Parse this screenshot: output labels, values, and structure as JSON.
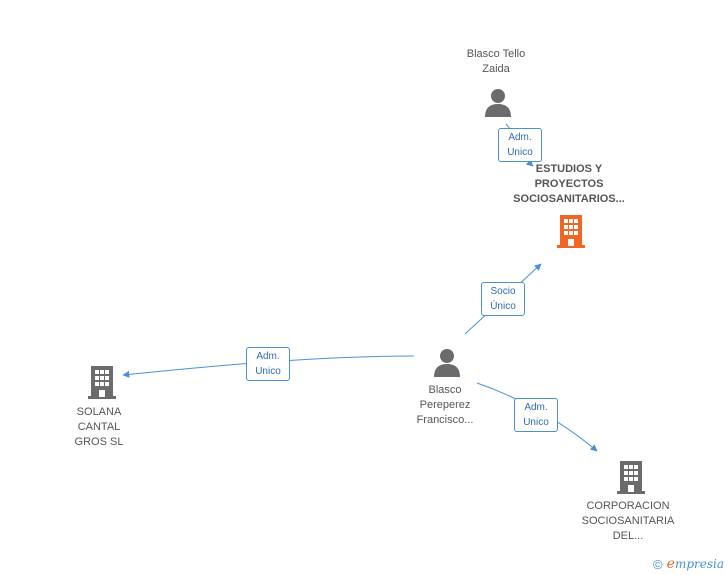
{
  "nodes": {
    "blasco_tello": {
      "label_line1": "Blasco Tello",
      "label_line2": "Zaida"
    },
    "estudios": {
      "label_line1": "ESTUDIOS Y",
      "label_line2": "PROYECTOS",
      "label_line3": "SOCIOSANITARIOS..."
    },
    "blasco_pereperez": {
      "label_line1": "Blasco",
      "label_line2": "Pereperez",
      "label_line3": "Francisco..."
    },
    "solana": {
      "label_line1": "SOLANA",
      "label_line2": "CANTAL",
      "label_line3": "GROS SL"
    },
    "corporacion": {
      "label_line1": "CORPORACION",
      "label_line2": "SOCIOSANITARIA",
      "label_line3": "DEL..."
    }
  },
  "relations": {
    "tello_estudios": {
      "line1": "Adm.",
      "line2": "Unico"
    },
    "pereperez_estudios": {
      "line1": "Socio",
      "line2": "Único"
    },
    "pereperez_solana": {
      "line1": "Adm.",
      "line2": "Unico"
    },
    "pereperez_corporacion": {
      "line1": "Adm.",
      "line2": "Unico"
    }
  },
  "footer": {
    "copyright": "©",
    "brand_e": "e",
    "brand_rest": "mpresia"
  },
  "colors": {
    "edge": "#4a90d9",
    "highlight_company": "#f26522",
    "company": "#6b6b6b",
    "person": "#6b6b6b"
  }
}
